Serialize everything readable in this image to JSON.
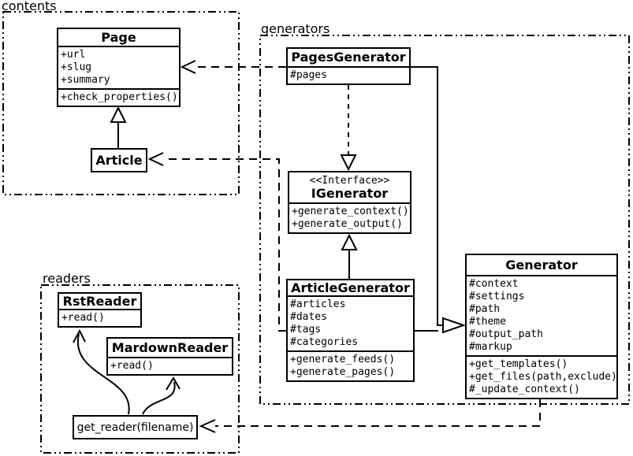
{
  "packages": {
    "contents": {
      "label": "contents"
    },
    "generators": {
      "label": "generators"
    },
    "readers": {
      "label": "readers"
    }
  },
  "classes": {
    "page": {
      "title": "Page",
      "attributes": [
        "+url",
        "+slug",
        "+summary"
      ],
      "methods": [
        "+check_properties()"
      ]
    },
    "article": {
      "title": "Article"
    },
    "pages_generator": {
      "title": "PagesGenerator",
      "attributes": [
        "#pages"
      ]
    },
    "igenerator": {
      "stereotype": "<<Interface>>",
      "title": "IGenerator",
      "methods": [
        "+generate_context()",
        "+generate_output()"
      ]
    },
    "article_generator": {
      "title": "ArticleGenerator",
      "attributes": [
        "#articles",
        "#dates",
        "#tags",
        "#categories"
      ],
      "methods": [
        "+generate_feeds()",
        "+generate_pages()"
      ]
    },
    "generator": {
      "title": "Generator",
      "attributes": [
        "#context",
        "#settings",
        "#path",
        "#theme",
        "#output_path",
        "#markup"
      ],
      "methods": [
        "+get_templates()",
        "+get_files(path,exclude)",
        "#_update_context()"
      ]
    },
    "rst_reader": {
      "title": "RstReader",
      "methods": [
        "+read()"
      ]
    },
    "mardown_reader": {
      "title": "MardownReader",
      "methods": [
        "+read()"
      ]
    },
    "get_reader": {
      "title": "get_reader(filename)"
    }
  },
  "colors": {
    "stroke": "#000000",
    "background": "#ffffff"
  }
}
